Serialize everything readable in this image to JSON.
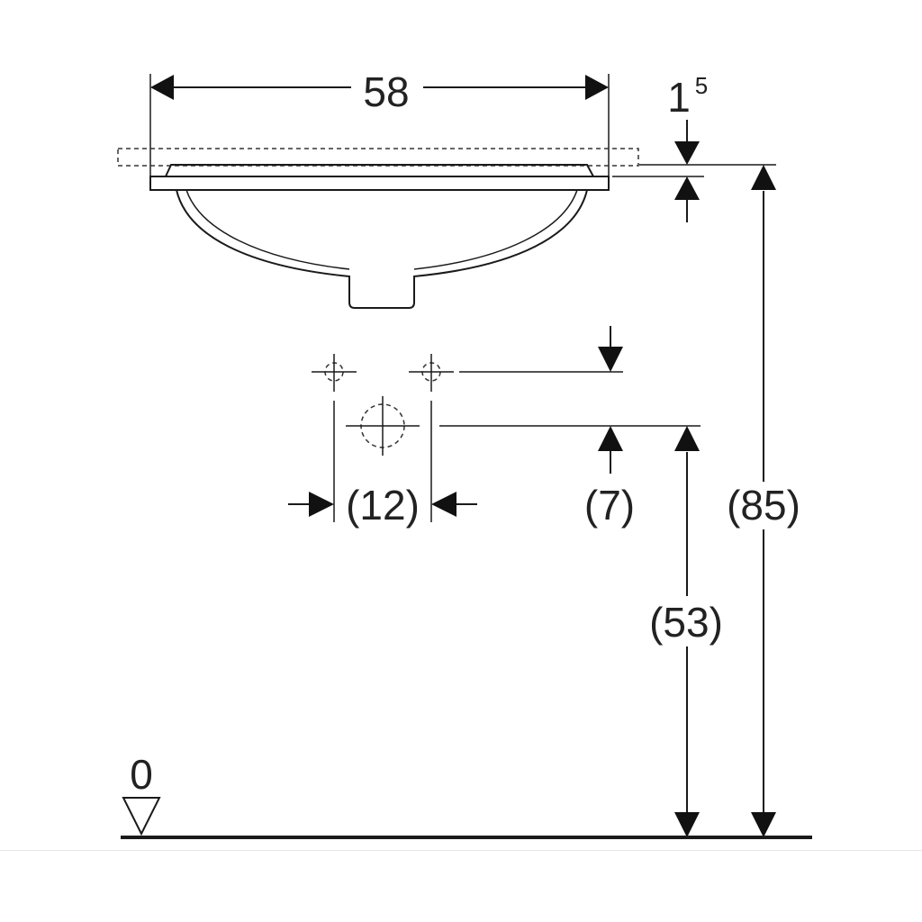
{
  "dimensions": {
    "width": "58",
    "rim_thickness_main": "1",
    "rim_thickness_sup": "5",
    "tap_spacing": "(12)",
    "tap_offset": "(7)",
    "drain_height": "(53)",
    "total_height": "(85)",
    "floor_level": "0"
  }
}
